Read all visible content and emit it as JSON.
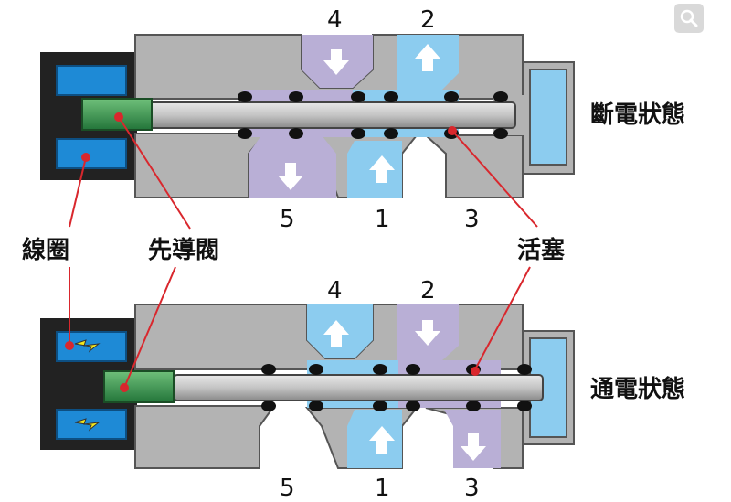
{
  "diagram": {
    "states": {
      "off": "斷電狀態",
      "on": "通電狀態"
    },
    "callouts": {
      "coil": "線圈",
      "pilot_valve": "先導閥",
      "piston": "活塞"
    },
    "ports_top": {
      "p4": "4",
      "p2": "2",
      "p5": "5",
      "p1": "1",
      "p3": "3"
    },
    "ports_bottom": {
      "p4": "4",
      "p2": "2",
      "p5": "5",
      "p1": "1",
      "p3": "3"
    },
    "colors": {
      "body": "#b3b3b3",
      "outline": "#555555",
      "coil_housing": "#222222",
      "coil": "#1e8ad6",
      "pressure_chamber": "#8cccef",
      "exhaust_chamber": "#b9afd6",
      "pilot": "#3f9e4f",
      "leader": "#d9272d",
      "rod": "#c8c8c8",
      "spark": "#f3e71d"
    },
    "icons": [
      "zoom-icon",
      "lightning-icon",
      "arrow-up-icon",
      "arrow-down-icon"
    ]
  }
}
